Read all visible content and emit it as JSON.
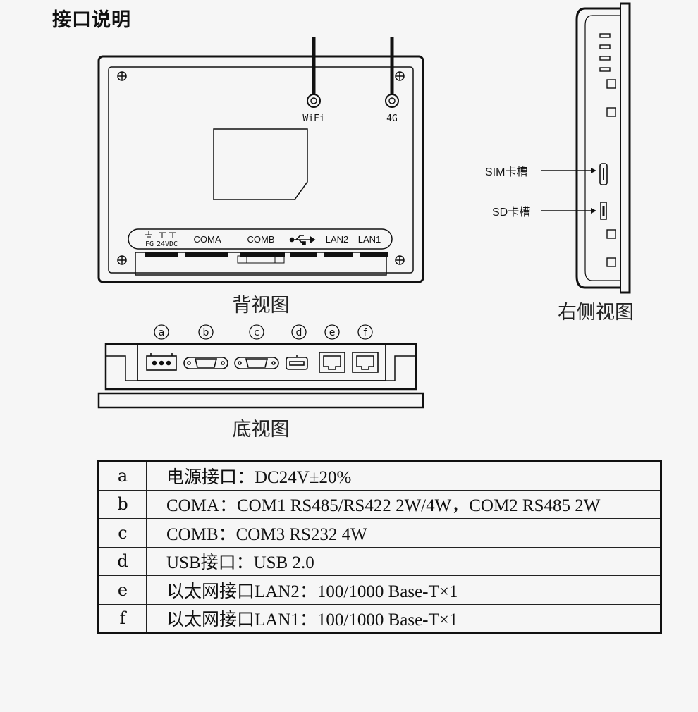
{
  "title": "接口说明",
  "back_view": {
    "caption": "背视图",
    "antennas": [
      "WiFi",
      "4G"
    ],
    "port_labels": {
      "fg": "FG",
      "power": "24VDC",
      "coma": "COMA",
      "comb": "COMB",
      "lan2": "LAN2",
      "lan1": "LAN1"
    }
  },
  "side_view": {
    "caption": "右侧视图",
    "sim_label": "SIM卡槽",
    "sd_label": "SD卡槽"
  },
  "bottom_view": {
    "caption": "底视图",
    "markers": [
      "a",
      "b",
      "c",
      "d",
      "e",
      "f"
    ]
  },
  "spec_table": [
    {
      "key": "a",
      "desc": "电源接口：DC24V±20%"
    },
    {
      "key": "b",
      "desc": "COMA：COM1 RS485/RS422 2W/4W，COM2 RS485 2W"
    },
    {
      "key": "c",
      "desc": "COMB：COM3 RS232 4W"
    },
    {
      "key": "d",
      "desc": "USB接口：USB 2.0"
    },
    {
      "key": "e",
      "desc": "以太网接口LAN2：100/1000 Base-T×1"
    },
    {
      "key": "f",
      "desc": "以太网接口LAN1：100/1000 Base-T×1"
    }
  ]
}
